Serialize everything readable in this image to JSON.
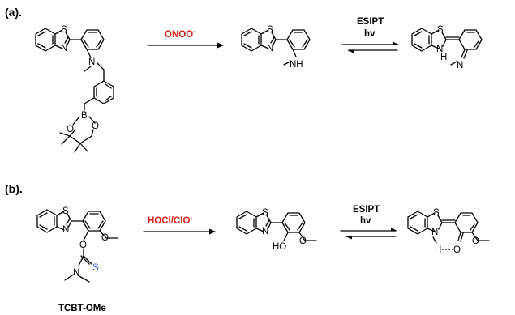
{
  "panel_a": {
    "label": "(a).",
    "reagent": "ONOO",
    "reagent_charge": "-",
    "process": "ESIPT",
    "light": "hv"
  },
  "panel_b": {
    "label": "(b).",
    "reagent": "HOCl/ClO",
    "reagent_charge": "-",
    "process": "ESIPT",
    "light": "hv",
    "probe_name": "TCBT-OMe"
  },
  "atoms": {
    "S": "S",
    "N": "N",
    "NH": "NH",
    "H": "H",
    "B": "B",
    "O": "O",
    "HO": "HO",
    "thione_S": "S"
  }
}
